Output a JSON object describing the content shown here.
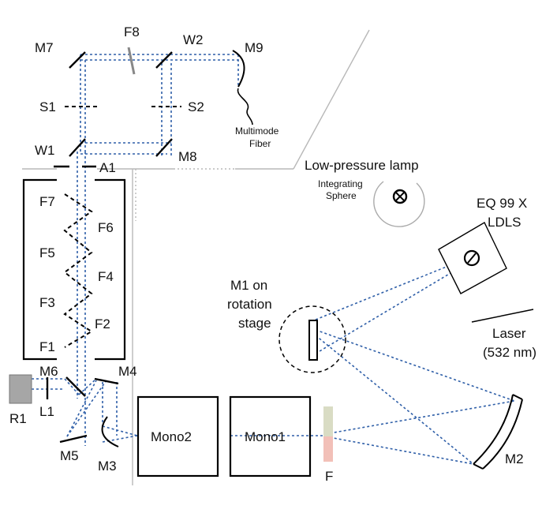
{
  "labels": {
    "m7": "M7",
    "f8": "F8",
    "w2": "W2",
    "m9": "M9",
    "s1": "S1",
    "s2": "S2",
    "fiber_line1": "Multimode",
    "fiber_line2": "Fiber",
    "w1": "W1",
    "a1": "A1",
    "m8": "M8",
    "lamp": "Low-pressure lamp",
    "sphere_line1": "Integrating",
    "sphere_line2": "Sphere",
    "eq_line1": "EQ 99 X",
    "eq_line2": "LDLS",
    "f7": "F7",
    "f6": "F6",
    "f5": "F5",
    "f4": "F4",
    "f3": "F3",
    "f2": "F2",
    "f1": "F1",
    "m1_line1": "M1 on",
    "m1_line2": "rotation",
    "m1_line3": "stage",
    "laser_line1": "Laser",
    "laser_line2": "(532 nm)",
    "m6": "M6",
    "m4": "M4",
    "r1": "R1",
    "l1": "L1",
    "m5": "M5",
    "m3": "M3",
    "mono2": "Mono2",
    "mono1": "Mono1",
    "filter": "F",
    "m2": "M2"
  },
  "colors": {
    "beam": "#2f5fa8",
    "wall": "#b8b8b8",
    "r1_fill": "#a6a6a6",
    "filter_top": "#d9dcc4",
    "filter_bottom": "#f2c0b8"
  }
}
